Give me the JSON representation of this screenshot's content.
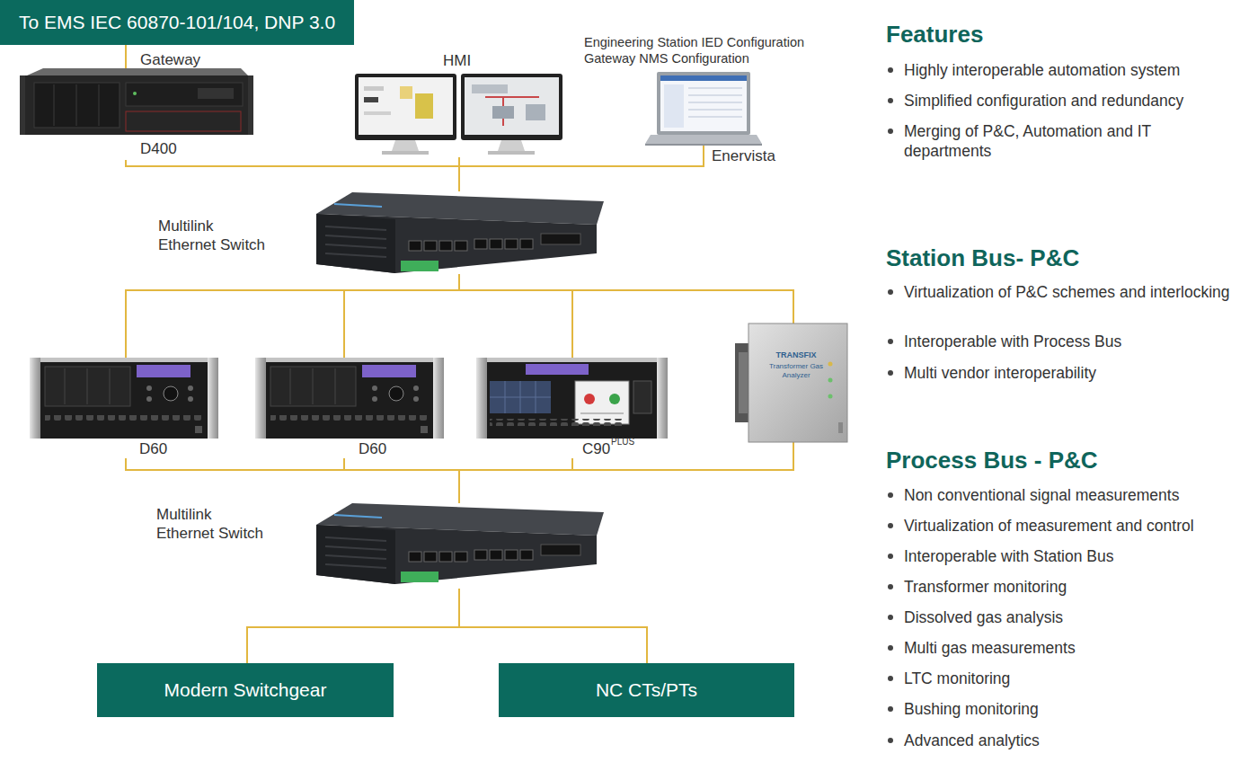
{
  "diagram": {
    "nodes": [
      {
        "text": [
          "To EMS IEC 60870-101/104, DNP 3.0"
        ]
      },
      {
        "text": [
          "Gateway",
          "D400"
        ]
      },
      {
        "text": [
          "HMI"
        ]
      },
      {
        "text": [
          "Engineering Station IED Configuration Gateway NMS Configuration",
          "Enervista"
        ]
      },
      {
        "text": [
          "Multilink Ethernet Switch"
        ]
      },
      {
        "text": [
          "D60"
        ]
      },
      {
        "text": [
          "D60"
        ]
      },
      {
        "text": [
          "C90",
          "PLUS"
        ]
      },
      {
        "text": [
          "TRANSFIX",
          "Transformer Gas Analyzer"
        ]
      },
      {
        "text": [
          "Multilink Ethernet Switch"
        ]
      },
      {
        "text": [
          "Modern Switchgear"
        ]
      },
      {
        "text": [
          "NC CTs/PTs"
        ]
      }
    ],
    "edges": [
      {
        "from": 0,
        "to": 1,
        "arrow": "none"
      },
      {
        "from": 1,
        "to": 4,
        "arrow": "none"
      },
      {
        "from": 2,
        "to": 4,
        "arrow": "none"
      },
      {
        "from": 3,
        "to": 4,
        "arrow": "none"
      },
      {
        "from": 4,
        "to": 5,
        "arrow": "none"
      },
      {
        "from": 4,
        "to": 6,
        "arrow": "none"
      },
      {
        "from": 4,
        "to": 7,
        "arrow": "none"
      },
      {
        "from": 4,
        "to": 8,
        "arrow": "none"
      },
      {
        "from": 5,
        "to": 9,
        "arrow": "none"
      },
      {
        "from": 6,
        "to": 9,
        "arrow": "none"
      },
      {
        "from": 7,
        "to": 9,
        "arrow": "none"
      },
      {
        "from": 8,
        "to": 9,
        "arrow": "none"
      },
      {
        "from": 9,
        "to": 10,
        "arrow": "none"
      },
      {
        "from": 9,
        "to": 11,
        "arrow": "none"
      }
    ],
    "labels": [
      "Features",
      "Highly interoperable automation system",
      "Simplified configuration and redundancy",
      "Merging of P&C, Automation and IT departments",
      "Station Bus- P&C",
      "Virtualization of P&C schemes and interlocking",
      "Interoperable with Process Bus",
      "Multi vendor interoperability",
      "Process Bus - P&C",
      "Non conventional signal measurements",
      "Virtualization of measurement and control",
      "Interoperable with Station Bus",
      "Transformer monitoring",
      "Dissolved gas analysis",
      "Multi gas measurements",
      "LTC monitoring",
      "Bushing monitoring",
      "Advanced analytics"
    ]
  }
}
